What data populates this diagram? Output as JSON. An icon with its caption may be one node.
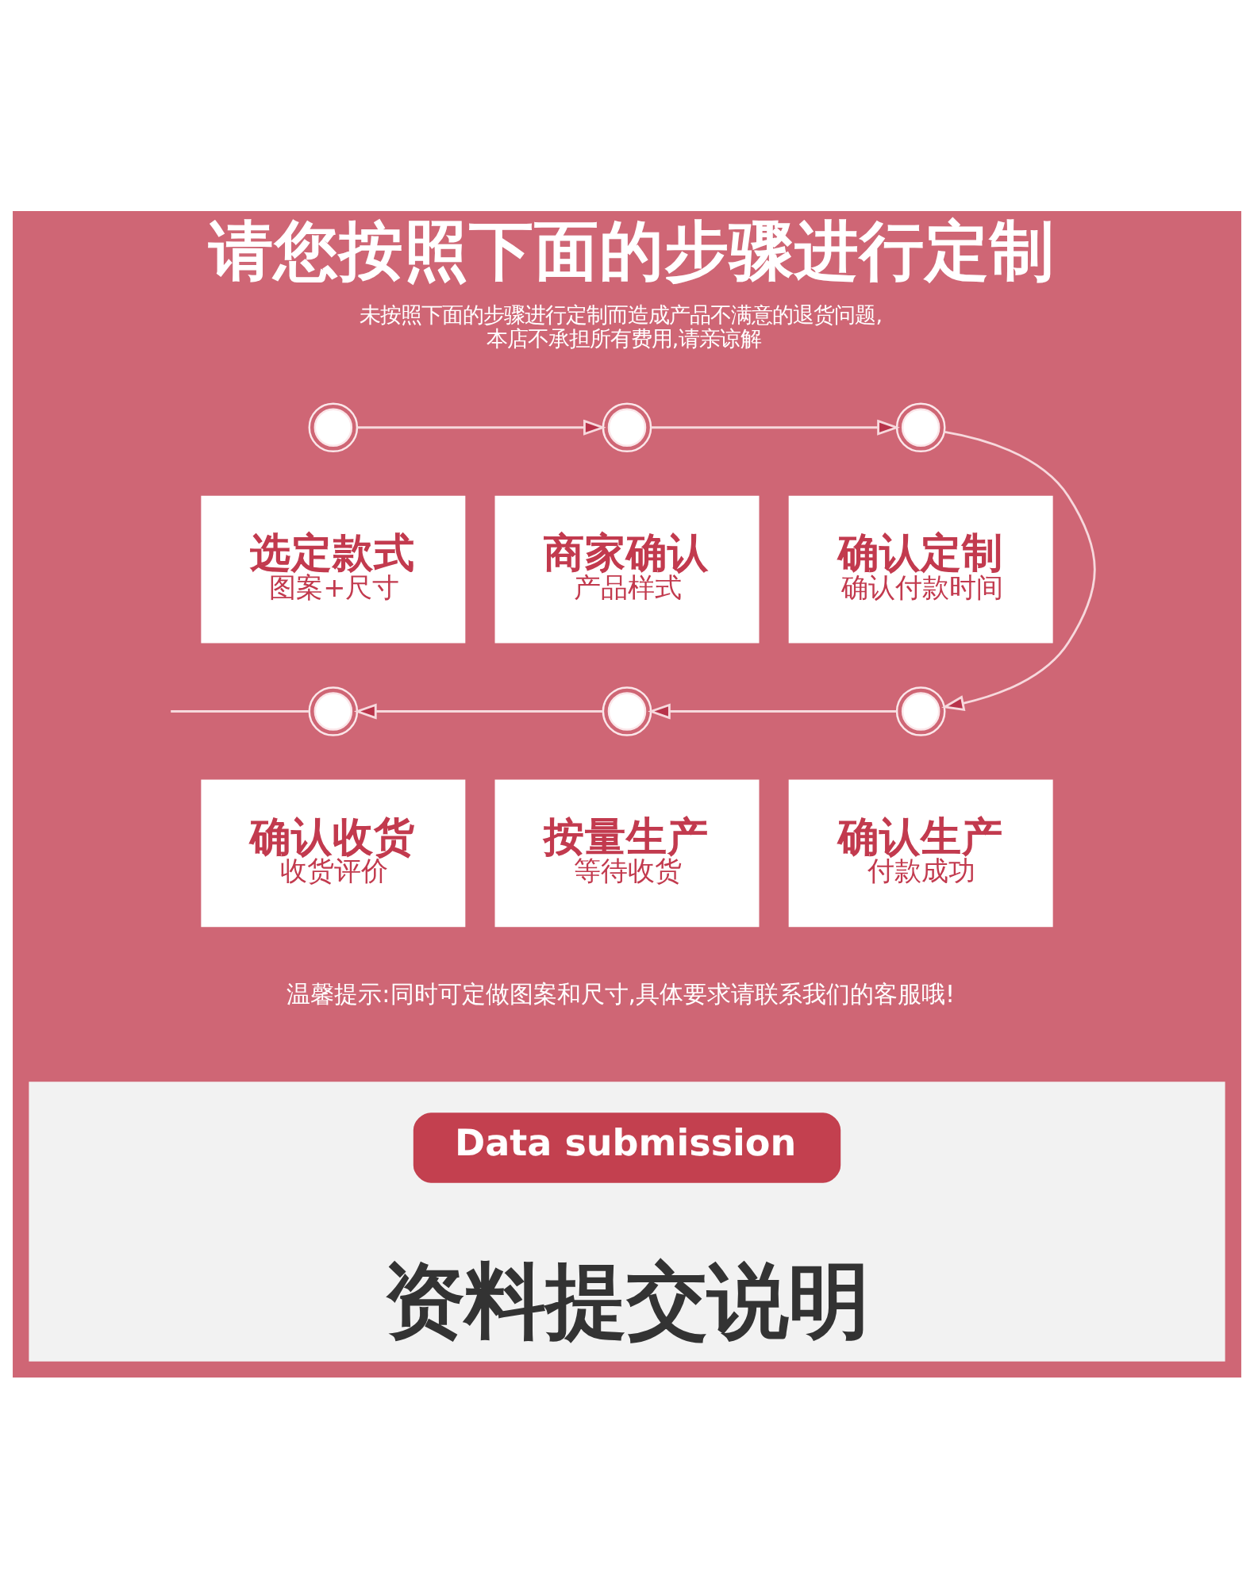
{
  "diagram": {
    "title": "请您按照下面的步骤进行定制",
    "nodes": [
      {
        "text": [],
        "shape": "circle"
      },
      {
        "text": [],
        "shape": "circle"
      },
      {
        "text": [],
        "shape": "circle"
      },
      {
        "text": [
          "选定款式",
          "图案+尺寸"
        ]
      },
      {
        "text": [
          "商家确认",
          "产品样式"
        ]
      },
      {
        "text": [
          "确认定制",
          "确认付款时间"
        ]
      },
      {
        "text": [],
        "shape": "circle"
      },
      {
        "text": [],
        "shape": "circle"
      },
      {
        "text": [],
        "shape": "circle"
      },
      {
        "text": [
          "确认收货",
          "收货评价"
        ]
      },
      {
        "text": [
          "按量生产",
          "等待收货"
        ]
      },
      {
        "text": [
          "确认生产",
          "付款成功"
        ]
      },
      {
        "text": [
          "资料提交说明"
        ]
      },
      {
        "text": [
          "Data submission"
        ],
        "in": 12
      }
    ],
    "edges": [
      {
        "from": 0,
        "to": 1,
        "arrow": "to"
      },
      {
        "from": 1,
        "to": 2,
        "arrow": "to"
      },
      {
        "from": 2,
        "to": 8,
        "arrow": "to"
      },
      {
        "from": 8,
        "to": 7,
        "arrow": "to"
      },
      {
        "from": 7,
        "to": 6,
        "arrow": "to"
      },
      {
        "from": 6,
        "to": null,
        "arrow": "none"
      }
    ],
    "labels": [
      "未按照下面的步骤进行定制而造成产品不满意的退货问题,本店不承担所有费用,请亲谅解",
      "温馨提示:同时可定做图案和尺寸,具体要求请联系我们的客服哦!"
    ]
  }
}
